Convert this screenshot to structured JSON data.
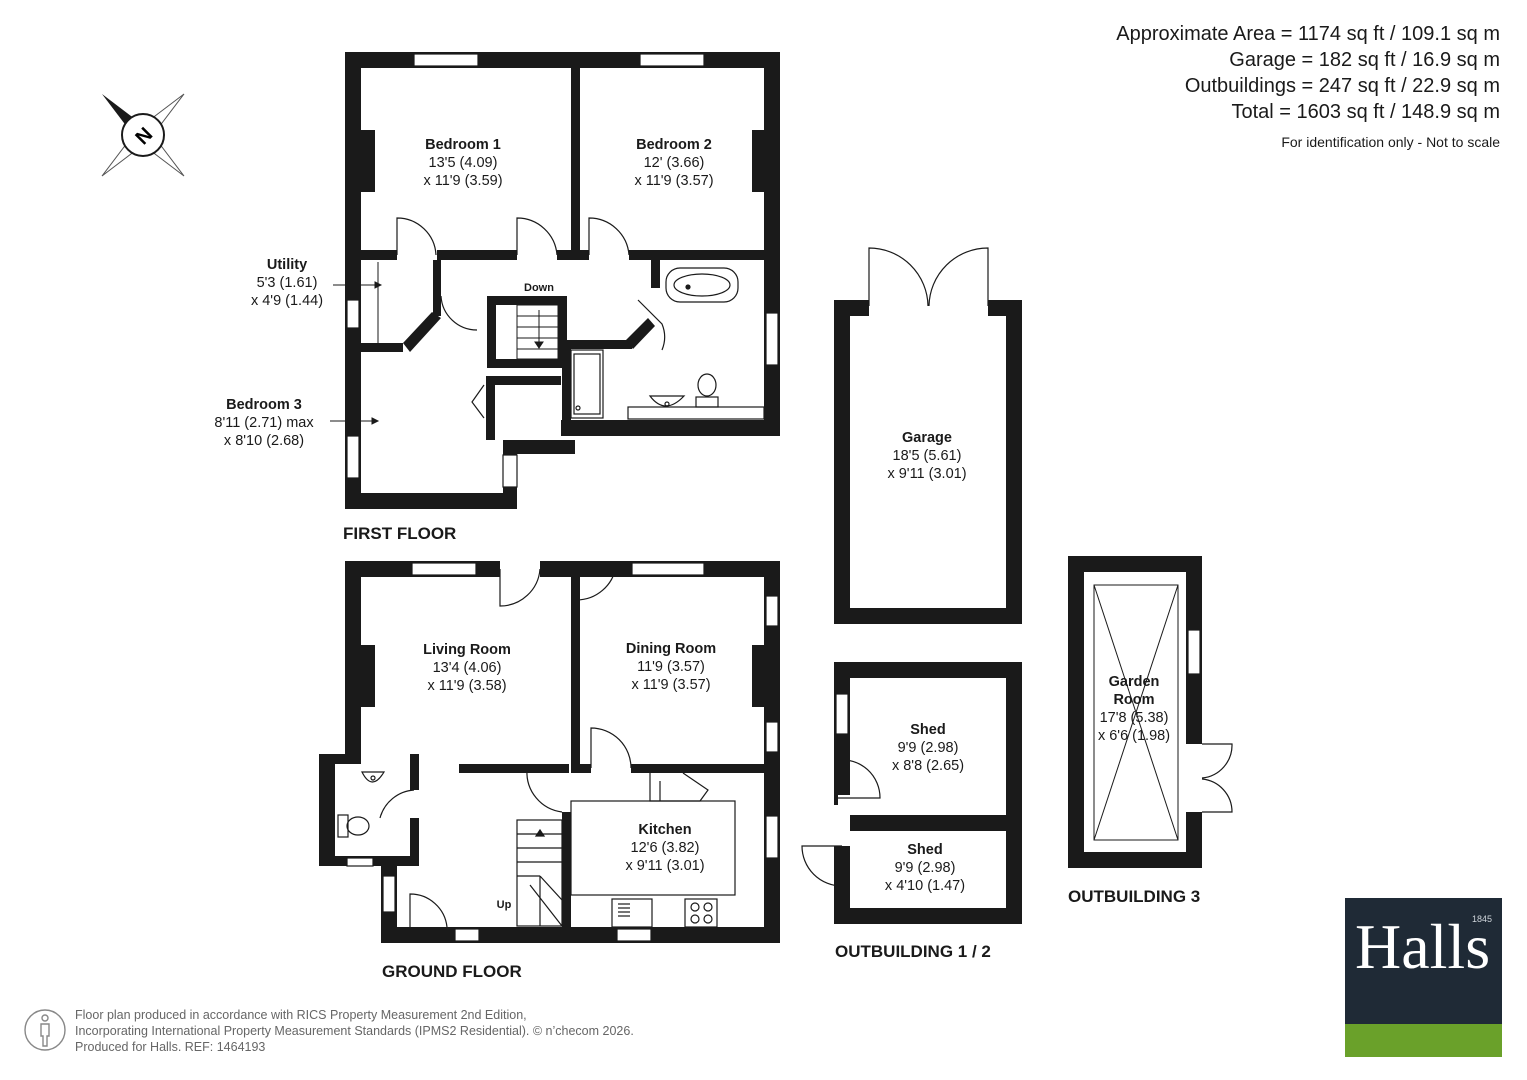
{
  "areas": {
    "approx": "Approximate Area = 1174 sq ft / 109.1 sq m",
    "garage": "Garage = 182 sq ft / 16.9 sq m",
    "outbuildings": "Outbuildings = 247 sq ft / 22.9 sq m",
    "total": "Total = 1603 sq ft / 148.9 sq m",
    "note": "For identification only - Not to scale"
  },
  "compass": {
    "letter": "N",
    "icon": "north-compass-icon"
  },
  "rooms": {
    "bedroom1": {
      "name": "Bedroom 1",
      "dim1": "13'5 (4.09)",
      "dim2": "x 11'9 (3.59)"
    },
    "bedroom2": {
      "name": "Bedroom 2",
      "dim1": "12' (3.66)",
      "dim2": "x 11'9 (3.57)"
    },
    "utility": {
      "name": "Utility",
      "dim1": "5'3 (1.61)",
      "dim2": "x 4'9 (1.44)"
    },
    "bedroom3": {
      "name": "Bedroom 3",
      "dim1": "8'11 (2.71) max",
      "dim2": "x 8'10 (2.68)"
    },
    "garage": {
      "name": "Garage",
      "dim1": "18'5 (5.61)",
      "dim2": "x 9'11 (3.01)"
    },
    "living": {
      "name": "Living Room",
      "dim1": "13'4 (4.06)",
      "dim2": "x 11'9 (3.58)"
    },
    "dining": {
      "name": "Dining Room",
      "dim1": "11'9 (3.57)",
      "dim2": "x 11'9 (3.57)"
    },
    "kitchen": {
      "name": "Kitchen",
      "dim1": "12'6 (3.82)",
      "dim2": "x 9'11 (3.01)"
    },
    "shed1": {
      "name": "Shed",
      "dim1": "9'9 (2.98)",
      "dim2": "x 8'8 (2.65)"
    },
    "shed2": {
      "name": "Shed",
      "dim1": "9'9 (2.98)",
      "dim2": "x 4'10 (1.47)"
    },
    "garden": {
      "name1": "Garden",
      "name2": "Room",
      "dim1": "17'8 (5.38)",
      "dim2": "x 6'6 (1.98)"
    }
  },
  "stairs": {
    "down": "Down",
    "up": "Up"
  },
  "floors": {
    "first": "FIRST FLOOR",
    "ground": "GROUND FLOOR",
    "out12": "OUTBUILDING 1 / 2",
    "out3": "OUTBUILDING 3"
  },
  "footer": {
    "line1": "Floor plan produced in accordance with RICS Property Measurement 2nd Edition,",
    "line2": "Incorporating International Property Measurement Standards (IPMS2 Residential).   © n’checom 2026.",
    "line3": "Produced for Halls.   REF: 1464193"
  },
  "logo": {
    "word": "Halls",
    "year": "1845"
  },
  "colors": {
    "wall": "#1a1a1a",
    "logo_bg": "#1f2a36",
    "logo_bar": "#6aa12a"
  }
}
